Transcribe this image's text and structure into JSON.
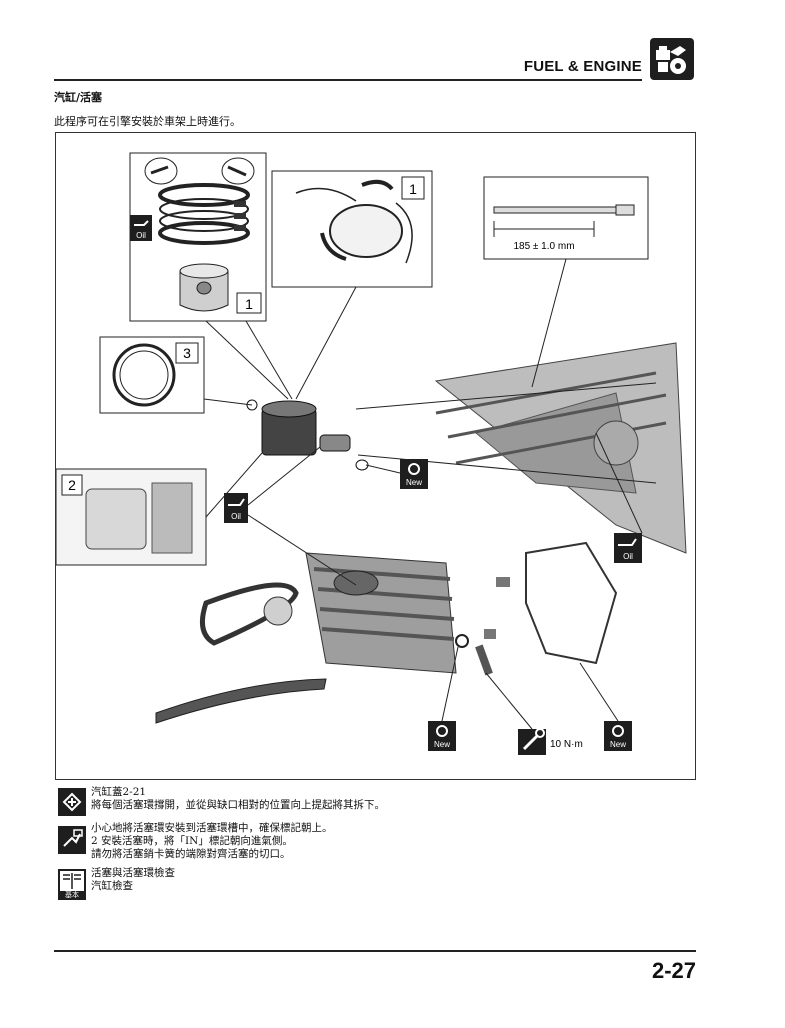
{
  "header": {
    "title": "FUEL & ENGINE",
    "badge_icon": "engine-section-icon"
  },
  "section": {
    "title": "汽缸/活塞",
    "intro": "此程序可在引擎安裝於車架上時進行。"
  },
  "figure": {
    "callouts": [
      "1",
      "1",
      "3",
      "2"
    ],
    "dimension": "185 ± 1.0 mm",
    "torque": "10 N·m",
    "oil_label": "Oil",
    "new_label": "New"
  },
  "notes": {
    "removal": {
      "icon": "removal-icon",
      "lines": [
        "汽缸蓋2-21",
        "將每個活塞環撐開，並從與缺口相對的位置向上提起將其拆下。"
      ]
    },
    "installation": {
      "icon": "installation-icon",
      "lines": [
        "小心地將活塞環安裝到活塞環槽中，確保標記朝上。",
        "2 安裝活塞時，將「IN」標記朝向進氣側。",
        "請勿將活塞銷卡簧的端隙對齊活塞的切口。"
      ]
    },
    "reference": {
      "icon": "book-icon",
      "icon_label": "基本",
      "lines": [
        "活塞與活塞環檢查",
        "汽缸檢查"
      ]
    }
  },
  "footer": {
    "page_number": "2-27"
  },
  "colors": {
    "ink": "#111111",
    "icon_bg": "#1e1e1e",
    "rule": "#222222"
  }
}
